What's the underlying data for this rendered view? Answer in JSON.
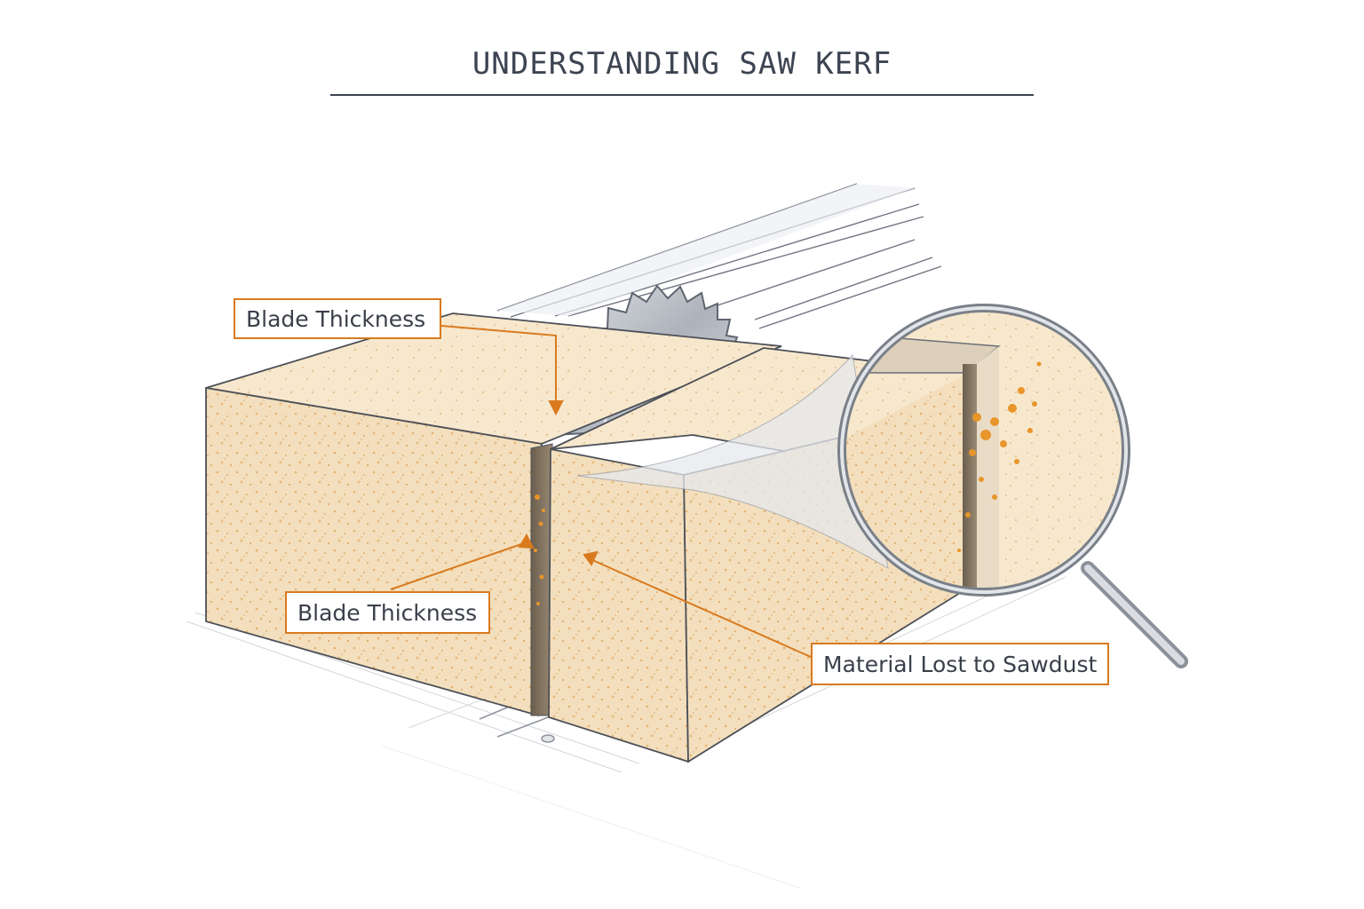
{
  "title": "UNDERSTANDING SAW KERF",
  "labels": {
    "top": "Blade Thickness",
    "middle": "Blade Thickness",
    "right": "Material Lost to Sawdust"
  },
  "colors": {
    "accent_orange": "#d97a1e",
    "title_text": "#3d4452",
    "wood_light": "#f5e3c4",
    "wood_mid": "#ecd3a7",
    "blade_steel": "#b9bec6",
    "sawdust": "#e8952a"
  },
  "illustration": {
    "elements": [
      "wood-block-left",
      "wood-block-right",
      "saw-blade",
      "table-rails",
      "kerf-gap",
      "magnifying-glass",
      "sawdust-particles"
    ]
  }
}
